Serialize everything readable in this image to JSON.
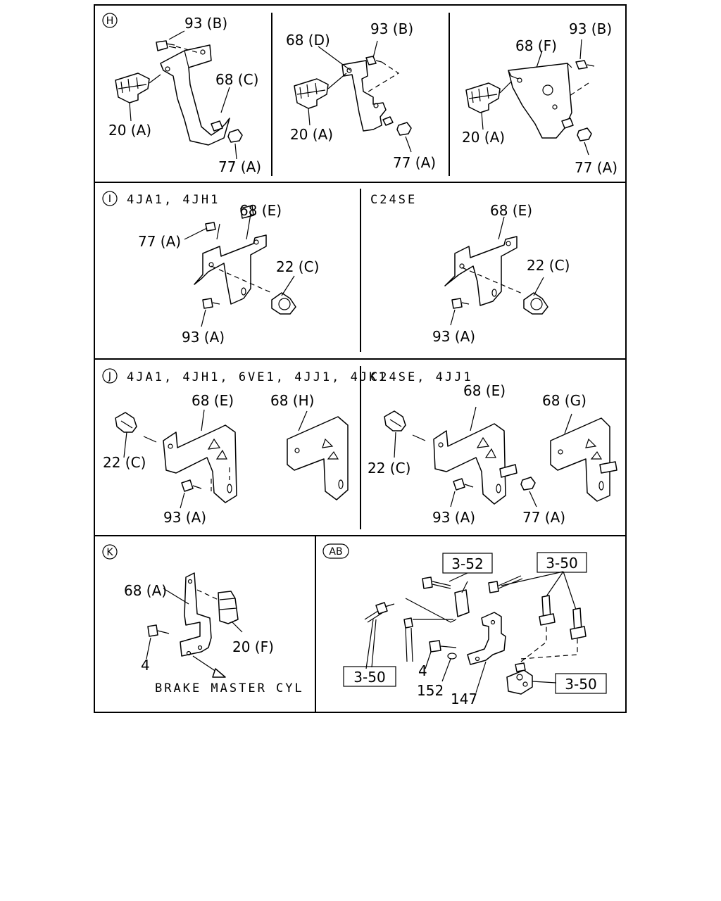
{
  "sections": {
    "h": {
      "marker": "H",
      "p1": {
        "l1": "93 (B)",
        "l2": "68 (C)",
        "l3": "20 (A)",
        "l4": "77 (A)"
      },
      "p2": {
        "l1": "68 (D)",
        "l2": "93 (B)",
        "l3": "20 (A)",
        "l4": "77 (A)"
      },
      "p3": {
        "l1": "68 (F)",
        "l2": "93 (B)",
        "l3": "20 (A)",
        "l4": "77 (A)"
      }
    },
    "i": {
      "marker": "I",
      "left": {
        "subtitle": "4JA1, 4JH1",
        "l1": "68 (E)",
        "l2": "77 (A)",
        "l3": "22 (C)",
        "l4": "93 (A)"
      },
      "right": {
        "subtitle": "C24SE",
        "l1": "68 (E)",
        "l2": "22 (C)",
        "l3": "93 (A)"
      }
    },
    "j": {
      "marker": "J",
      "left": {
        "subtitle": "4JA1, 4JH1, 6VE1, 4JJ1, 4JK1",
        "l1": "68 (E)",
        "l2": "68 (H)",
        "l3": "22 (C)",
        "l4": "93 (A)"
      },
      "right": {
        "subtitle": "C24SE, 4JJ1",
        "l1": "68 (E)",
        "l2": "68 (G)",
        "l3": "22 (C)",
        "l4": "93 (A)",
        "l5": "77 (A)"
      }
    },
    "k": {
      "marker": "K",
      "l1": "68 (A)",
      "l2": "20 (F)",
      "l3": "4",
      "note": "BRAKE MASTER CYL"
    },
    "ab": {
      "marker": "AB",
      "box1": "3-52",
      "box2": "3-50",
      "box3": "3-50",
      "box4": "3-50",
      "l1": "4",
      "l2": "152",
      "l3": "147"
    }
  }
}
